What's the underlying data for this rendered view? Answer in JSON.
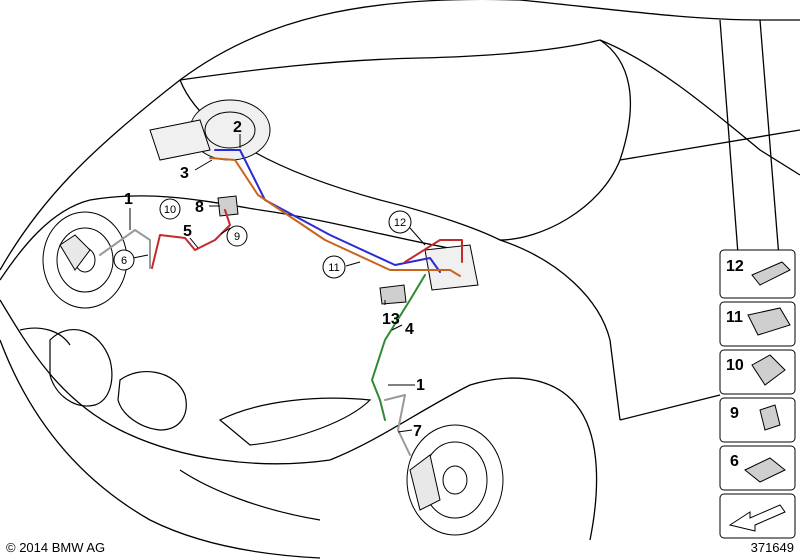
{
  "diagram": {
    "callouts": {
      "c1a": "1",
      "c2": "2",
      "c3": "3",
      "c8": "8",
      "c10": "10",
      "c5": "5",
      "c9": "9",
      "c6": "6",
      "c11": "11",
      "c12": "12",
      "c13": "13",
      "c4": "4",
      "c1b": "1",
      "c7": "7"
    },
    "legend": [
      "12",
      "11",
      "10",
      "9",
      "6"
    ],
    "line_colors": {
      "blue": "#2b2bd6",
      "orange": "#c8641e",
      "red": "#c42a2a",
      "green": "#2f8a2f"
    }
  },
  "footer": {
    "copyright": "© 2014 BMW AG",
    "diagram_number": "371649"
  }
}
